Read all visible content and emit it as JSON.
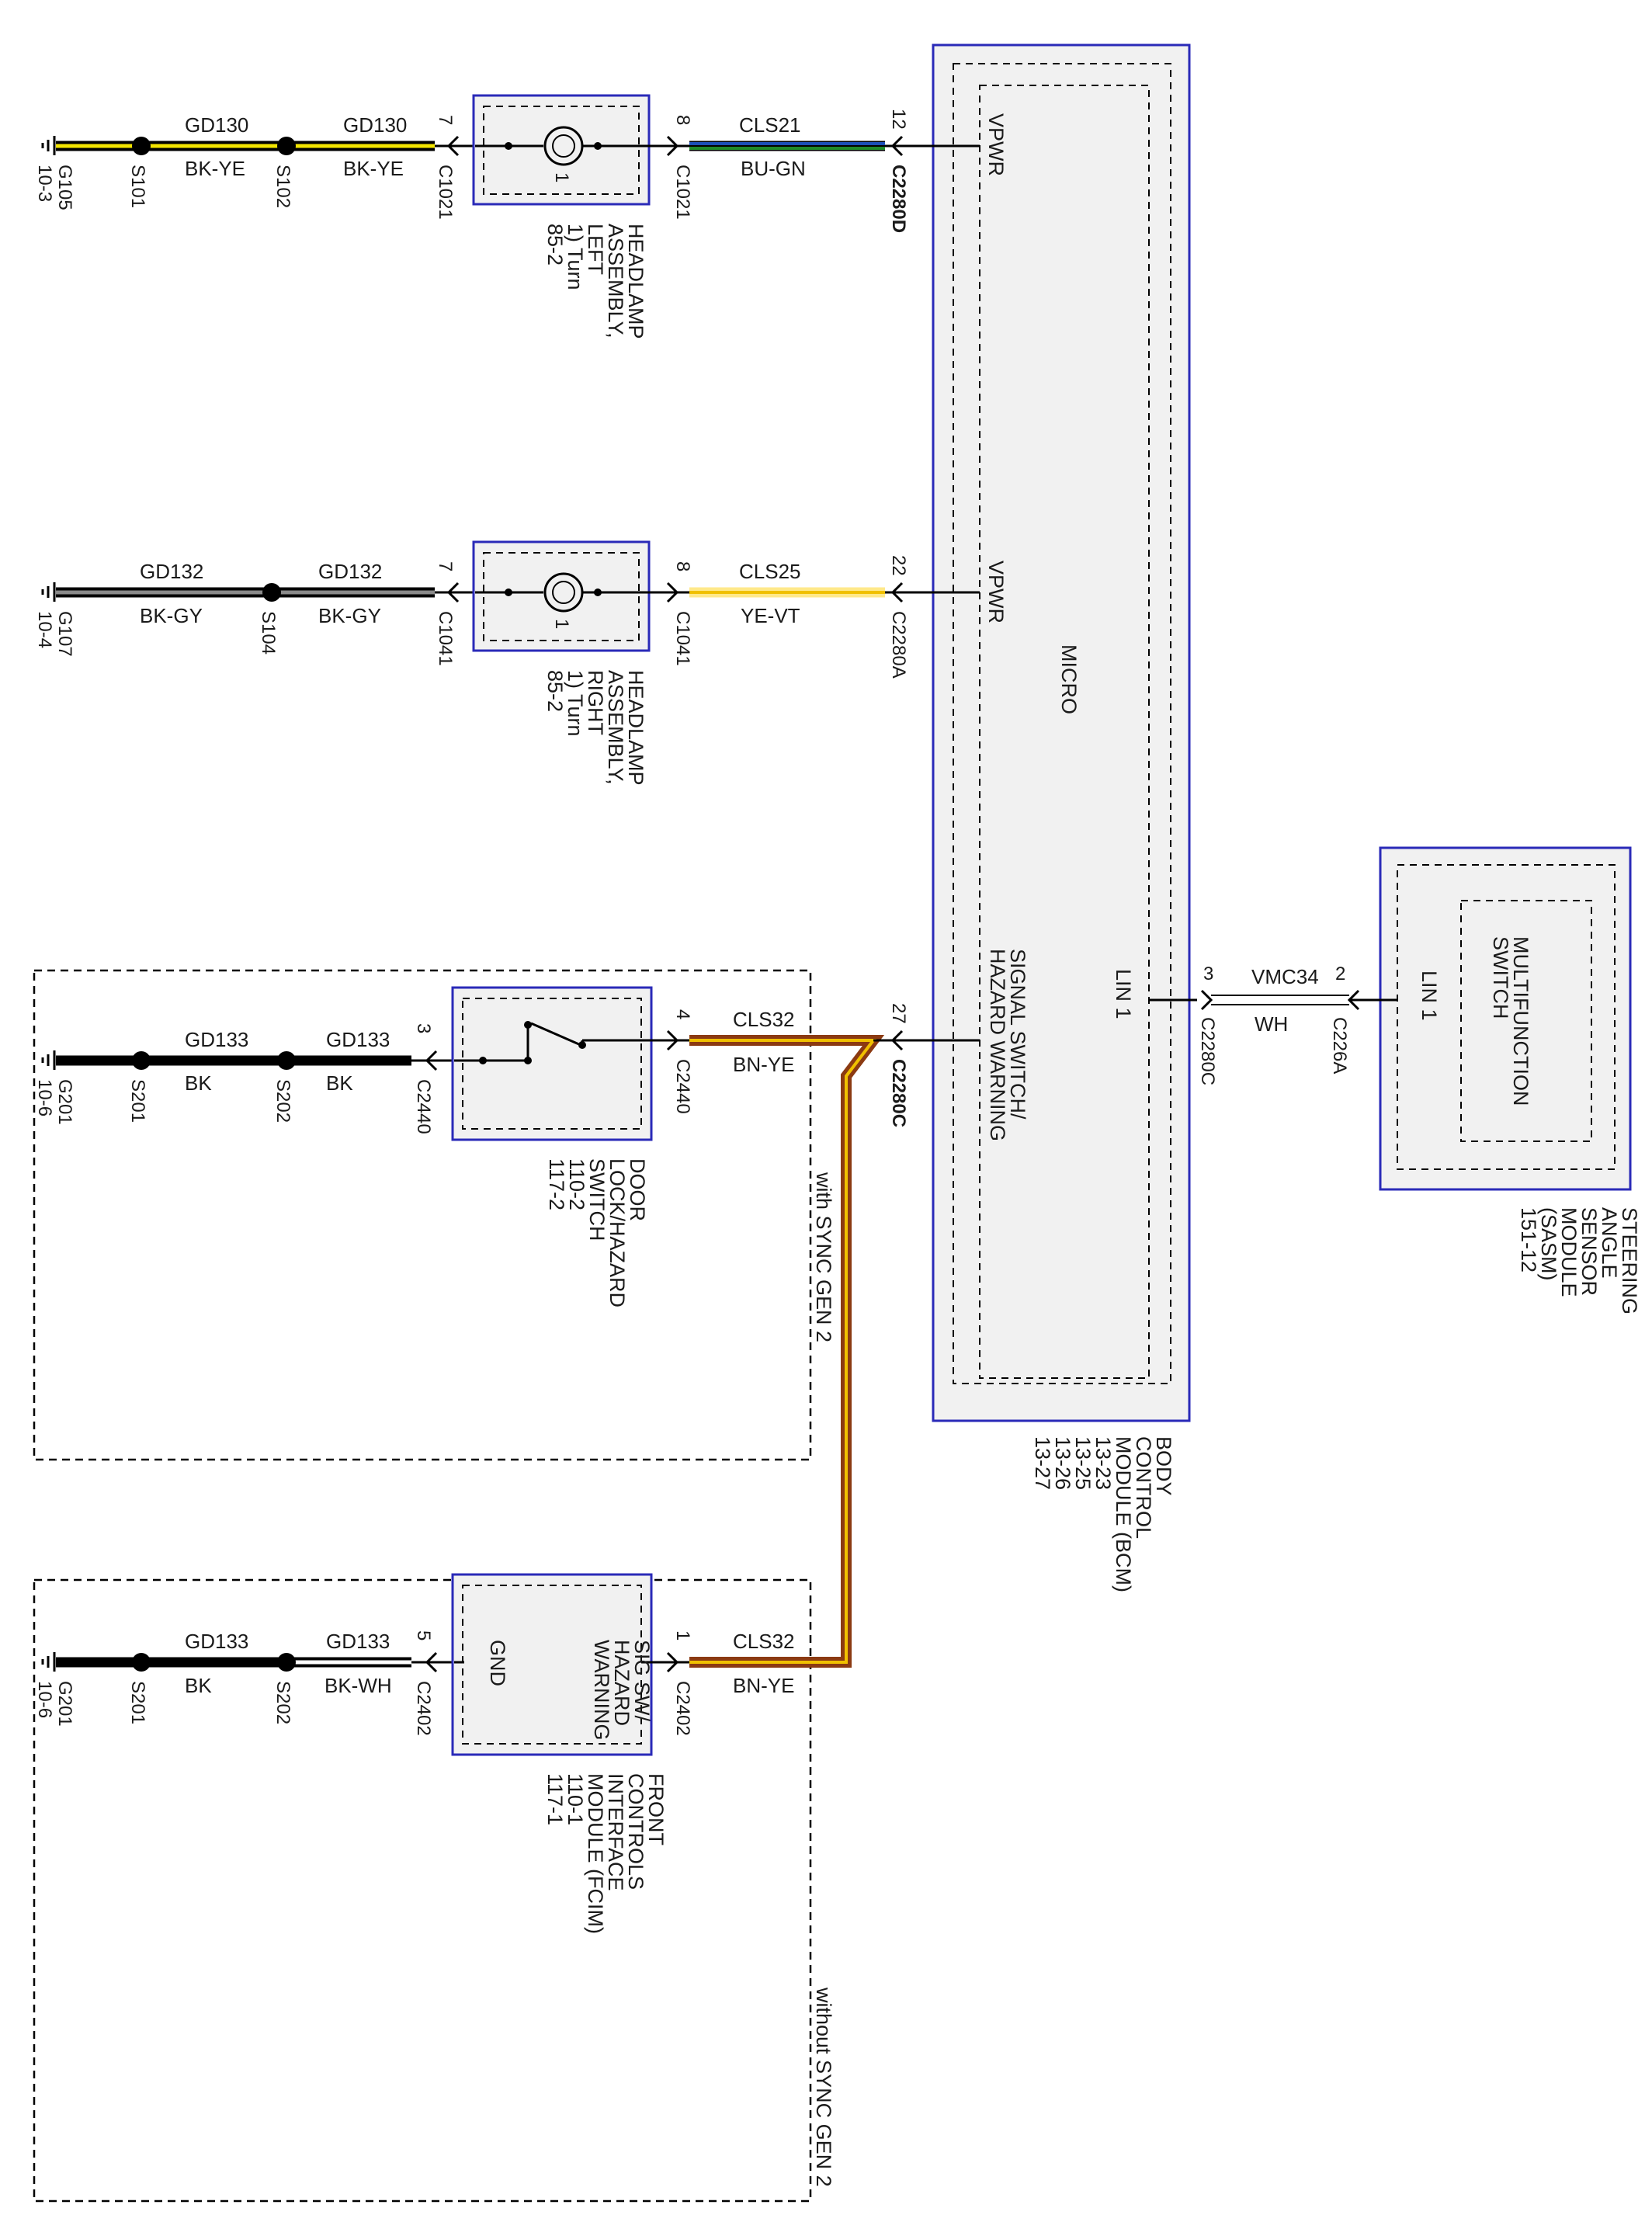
{
  "colors": {
    "outline": "#2a2ab8",
    "panel_fill": "#f1f1f1",
    "black": "#000000",
    "yellow": "#f2e400",
    "gray": "#8a8a8a",
    "blue": "#1c4fb8",
    "green": "#1f8a2a",
    "white": "#ffffff",
    "brown": "#8b3a12",
    "orange_yellow": "#f0c000",
    "light_yellow": "#ffe98a"
  },
  "circuit_top": {
    "ground": {
      "name": "G105",
      "ref": "10-3"
    },
    "seg1": {
      "circuit": "GD130",
      "color": "BK-YE"
    },
    "splice1": "S101",
    "seg2": {
      "circuit": "GD130",
      "color": "BK-YE"
    },
    "splice2": "S102",
    "left_pin": "7",
    "left_conn": "C1021",
    "component": {
      "line1": "HEADLAMP",
      "line2": "ASSEMBLY,",
      "line3": "LEFT",
      "line4": "1) Turn",
      "line5": "85-2",
      "bulb_num": "1"
    },
    "right_pin": "8",
    "right_conn": "C1021",
    "seg3": {
      "circuit": "CLS21",
      "color": "BU-GN"
    },
    "bcm_pin": "12",
    "bcm_conn": "C2280D",
    "bcm_signal": "VPWR"
  },
  "circuit_mid": {
    "ground": {
      "name": "G107",
      "ref": "10-4"
    },
    "seg1": {
      "circuit": "GD132",
      "color": "BK-GY"
    },
    "splice1": "S104",
    "seg2": {
      "circuit": "GD132",
      "color": "BK-GY"
    },
    "left_pin": "7",
    "left_conn": "C1041",
    "component": {
      "line1": "HEADLAMP",
      "line2": "ASSEMBLY,",
      "line3": "RIGHT",
      "line4": "1) Turn",
      "line5": "85-2",
      "bulb_num": "1"
    },
    "right_pin": "8",
    "right_conn": "C1041",
    "seg3": {
      "circuit": "CLS25",
      "color": "YE-VT"
    },
    "bcm_pin": "22",
    "bcm_conn": "C2280A",
    "bcm_signal": "VPWR"
  },
  "circuit_door": {
    "ground": {
      "name": "G201",
      "ref": "10-6"
    },
    "seg1": {
      "circuit": "GD133",
      "color": "BK"
    },
    "splice1": "S201",
    "seg2": {
      "circuit": "GD133",
      "color": "BK"
    },
    "splice2": "S202",
    "left_pin": "3",
    "left_conn": "C2440",
    "component": {
      "line1": "DOOR",
      "line2": "LOCK/HAZARD",
      "line3": "SWITCH",
      "line4": "110-2",
      "line5": "117-2"
    },
    "right_pin": "4",
    "right_conn": "C2440",
    "seg3": {
      "circuit": "CLS32",
      "color": "BN-YE"
    },
    "bcm_pin": "27",
    "bcm_conn": "C2280C",
    "bcm_signal_1": "SIGNAL SWITCH/",
    "bcm_signal_2": "HAZARD WARNING",
    "option_label": "with SYNC GEN 2"
  },
  "circuit_fcim": {
    "ground": {
      "name": "G201",
      "ref": "10-6"
    },
    "seg1": {
      "circuit": "GD133",
      "color": "BK"
    },
    "splice1": "S201",
    "seg2": {
      "circuit": "GD133",
      "color": "BK-WH"
    },
    "splice2": "S202",
    "left_pin": "5",
    "left_conn": "C2402",
    "component": {
      "line1": "FRONT",
      "line2": "CONTROLS",
      "line3": "INTERFACE",
      "line4": "MODULE (FCIM)",
      "line5": "110-1",
      "line6": "117-1"
    },
    "inner_gnd": "GND",
    "inner_sig_1": "SIG SW/",
    "inner_sig_2": "HAZARD",
    "inner_sig_3": "WARNING",
    "right_pin": "1",
    "right_conn": "C2402",
    "seg3": {
      "circuit": "CLS32",
      "color": "BN-YE"
    },
    "option_label": "without SYNC GEN 2"
  },
  "bcm": {
    "line1": "BODY",
    "line2": "CONTROL",
    "line3": "MODULE (BCM)",
    "line4": "13-23",
    "line5": "13-25",
    "line6": "13-26",
    "line7": "13-27",
    "micro": "MICRO",
    "lin_label": "LIN 1",
    "lin_pin": "3",
    "lin_conn": "C2280C"
  },
  "lin_wire": {
    "circuit": "VMC34",
    "color": "WH"
  },
  "sasm": {
    "line1": "STEERING",
    "line2": "ANGLE",
    "line3": "SENSOR",
    "line4": "MODULE",
    "line5": "(SASM)",
    "line6": "151-12",
    "inner_1": "MULTIFUNCTION",
    "inner_2": "SWITCH",
    "lin_label": "LIN 1",
    "pin": "2",
    "conn": "C226A"
  }
}
